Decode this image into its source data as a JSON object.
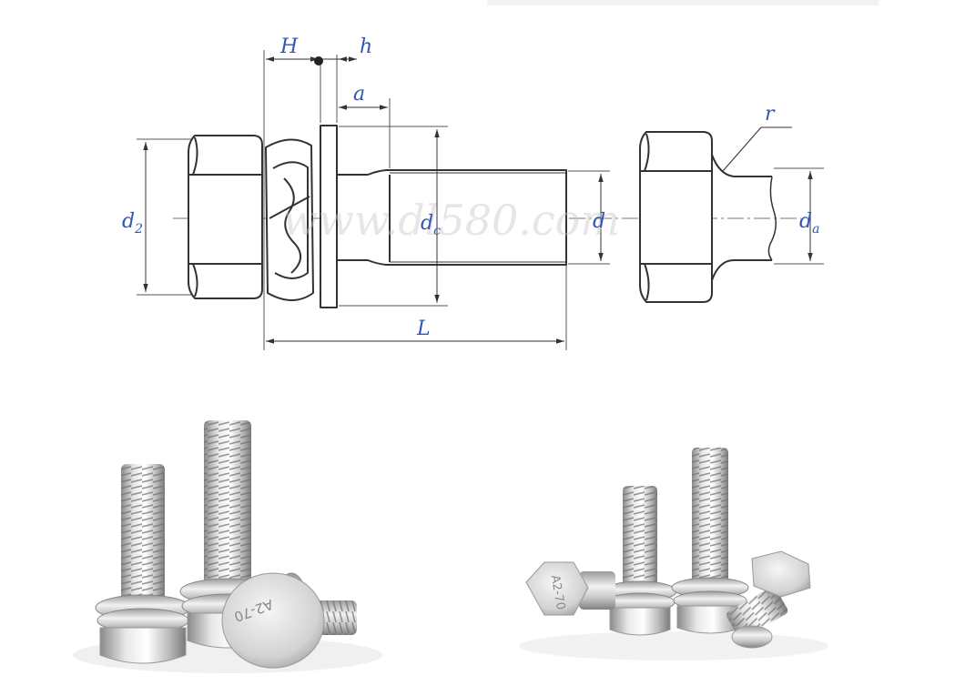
{
  "labels": {
    "H": "H",
    "h": "h",
    "a": "a",
    "r": "r",
    "d2": "d",
    "d2_sub": "2",
    "dc": "d",
    "dc_sub": "c",
    "d": "d",
    "da": "d",
    "da_sub": "a",
    "L": "L"
  },
  "head_marking": "A2-70",
  "watermark": "www.dl580.com",
  "colors": {
    "dimension_text": "#2f56b8",
    "outline": "#333333",
    "metal_light": "#e4e4e4",
    "metal_dark": "#8f8f8f"
  }
}
